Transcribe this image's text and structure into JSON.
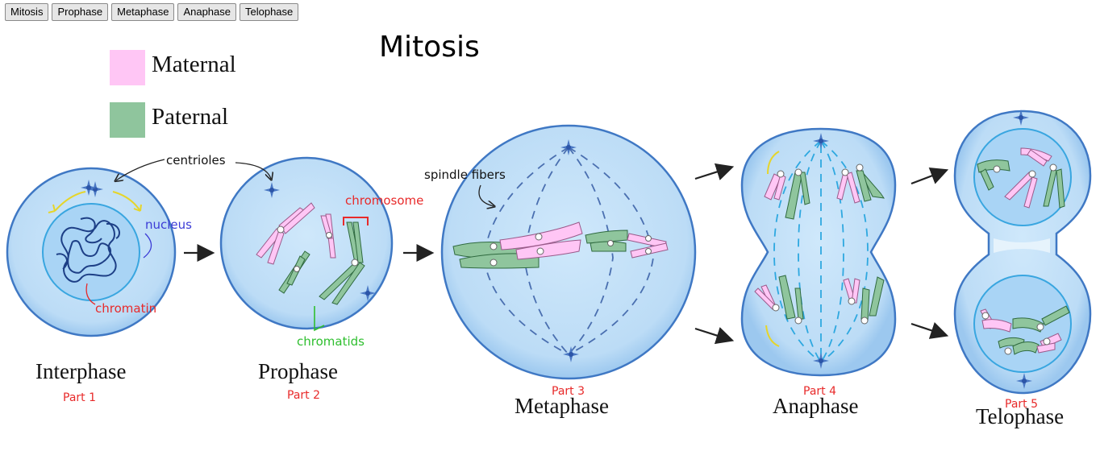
{
  "tabs": [
    "Mitosis",
    "Prophase",
    "Metaphase",
    "Anaphase",
    "Telophase"
  ],
  "title": "Mitosis",
  "legend": {
    "maternal": {
      "label": "Maternal",
      "color": "#ffc6f5"
    },
    "paternal": {
      "label": "Paternal",
      "color": "#8fc59d"
    }
  },
  "stages": [
    {
      "name": "Interphase",
      "part": "Part 1"
    },
    {
      "name": "Prophase",
      "part": "Part 2"
    },
    {
      "name": "Metaphase",
      "part": "Part 3"
    },
    {
      "name": "Anaphase",
      "part": "Part 4"
    },
    {
      "name": "Telophase",
      "part": "Part 5"
    }
  ],
  "annotations": {
    "centrioles": "centrioles",
    "nucleus": "nucleus",
    "chromatin": "chromatin",
    "chromosome": "chromosome",
    "chromatids": "chromatids",
    "spindle_fibers": "spindle fibers"
  },
  "colors": {
    "cell_fill": "#bfe0f7",
    "cell_border": "#3f78c4",
    "nucleus_fill": "#a9d4f5",
    "annotation_red": "#e82a2a",
    "annotation_blue": "#3b3bd6",
    "annotation_green": "#2fbf2f"
  }
}
